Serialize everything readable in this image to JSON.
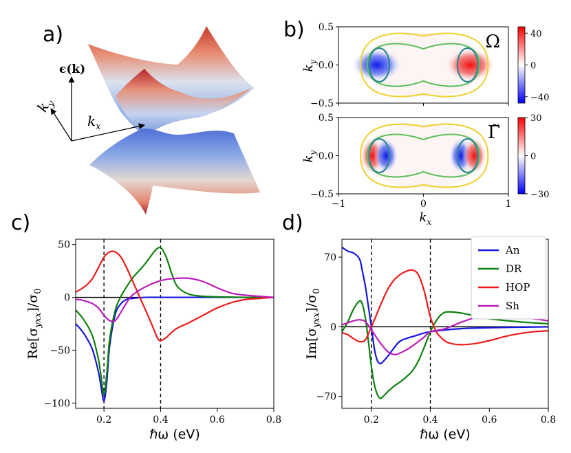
{
  "panel_labels": {
    "a": "a)",
    "b": "b)",
    "c": "c)",
    "d": "d)"
  },
  "panel_a": {
    "energy_axis_label": "ϵ(k)",
    "ky_label": "k",
    "ky_sub": "y",
    "kx_label": "k",
    "kx_sub": "x"
  },
  "colors": {
    "An": "#1515e0",
    "DR": "#0d800d",
    "HOP": "#ee1a1a",
    "Sh": "#bb1bbb",
    "contour_yellow": "#f0d23a",
    "contour_green": "#5cbf5c",
    "contour_teal": "#2b8890",
    "cmap_neg": "#1010e0",
    "cmap_pos": "#e01010"
  },
  "chart_data": [
    {
      "id": "b-top",
      "type": "heatmap",
      "title": "Ω",
      "ylabel": "k",
      "ylabel_sub": "y",
      "xlim": [
        -1,
        1
      ],
      "ylim": [
        -0.5,
        0.5
      ],
      "yticks": [
        "−0.5",
        "0.0",
        "0.5"
      ],
      "colorbar": {
        "range": [
          -48,
          48
        ],
        "ticks": [
          "40",
          "0",
          "−40"
        ],
        "tick_values": [
          40,
          0,
          -40
        ]
      },
      "hotspots": [
        {
          "x": -0.55,
          "y": 0.0,
          "value": -45
        },
        {
          "x": 0.55,
          "y": 0.0,
          "value": 45
        }
      ]
    },
    {
      "id": "b-bottom",
      "type": "heatmap",
      "title": "Γ̃",
      "xlabel": "k",
      "xlabel_sub": "x",
      "ylabel": "k",
      "ylabel_sub": "y",
      "xlim": [
        -1,
        1
      ],
      "ylim": [
        -0.5,
        0.5
      ],
      "xticks": [
        "−1",
        "0",
        "1"
      ],
      "yticks": [
        "−0.5",
        "0.0",
        "0.5"
      ],
      "colorbar": {
        "range": [
          -30,
          30
        ],
        "ticks": [
          "30",
          "0",
          "−30"
        ],
        "tick_values": [
          30,
          0,
          -30
        ]
      },
      "hotspots": [
        {
          "x": -0.6,
          "y": 0.0,
          "value": 30
        },
        {
          "x": -0.44,
          "y": 0.0,
          "value": -30
        },
        {
          "x": 0.44,
          "y": 0.0,
          "value": -30
        },
        {
          "x": 0.6,
          "y": 0.0,
          "value": 30
        }
      ]
    },
    {
      "id": "c",
      "type": "line",
      "ylabel": "Re[σ",
      "ylabel_sub": "yxx",
      "ylabel_tail": "]/σ",
      "ylabel_sub2": "0",
      "xlabel": "ℏω (eV)",
      "xlim": [
        0.1,
        0.8
      ],
      "ylim": [
        -105,
        55
      ],
      "xticks": [
        0.2,
        0.4,
        0.6,
        0.8
      ],
      "xtick_labels": [
        "0.2",
        "0.4",
        "0.6",
        "0.8"
      ],
      "yticks": [
        50,
        0,
        -50,
        -100
      ],
      "ytick_labels": [
        "50",
        "0",
        "−50",
        "−100"
      ],
      "vlines": [
        0.2,
        0.4
      ],
      "series": [
        {
          "name": "An",
          "x": [
            0.1,
            0.12,
            0.14,
            0.16,
            0.18,
            0.19,
            0.2,
            0.21,
            0.22,
            0.24,
            0.26,
            0.28,
            0.3,
            0.35,
            0.4,
            0.5,
            0.6,
            0.8
          ],
          "y": [
            -25,
            -31,
            -39,
            -50,
            -70,
            -85,
            -98,
            -80,
            -46,
            -16,
            -6,
            -2,
            -1,
            0,
            0,
            0,
            0,
            0
          ]
        },
        {
          "name": "DR",
          "x": [
            0.1,
            0.12,
            0.14,
            0.16,
            0.18,
            0.19,
            0.2,
            0.21,
            0.22,
            0.24,
            0.26,
            0.28,
            0.3,
            0.32,
            0.34,
            0.36,
            0.38,
            0.4,
            0.42,
            0.44,
            0.46,
            0.5,
            0.55,
            0.6,
            0.7,
            0.8
          ],
          "y": [
            -12,
            -18,
            -26,
            -37,
            -58,
            -75,
            -92,
            -72,
            -40,
            -12,
            1,
            10,
            18,
            24,
            30,
            37,
            44,
            47,
            38,
            22,
            10,
            3,
            1,
            0.5,
            0,
            0
          ]
        },
        {
          "name": "HOP",
          "x": [
            0.1,
            0.12,
            0.14,
            0.16,
            0.18,
            0.2,
            0.22,
            0.24,
            0.26,
            0.28,
            0.3,
            0.32,
            0.34,
            0.36,
            0.38,
            0.39,
            0.4,
            0.42,
            0.44,
            0.46,
            0.5,
            0.55,
            0.6,
            0.65,
            0.7,
            0.75,
            0.8
          ],
          "y": [
            5,
            8,
            12,
            18,
            28,
            38,
            43,
            43,
            38,
            28,
            16,
            4,
            -8,
            -20,
            -33,
            -39,
            -41,
            -38,
            -33,
            -29,
            -24,
            -17,
            -10,
            -5,
            -2,
            -1,
            0
          ]
        },
        {
          "name": "Sh",
          "x": [
            0.1,
            0.12,
            0.14,
            0.16,
            0.18,
            0.2,
            0.22,
            0.24,
            0.26,
            0.28,
            0.3,
            0.34,
            0.38,
            0.42,
            0.46,
            0.5,
            0.55,
            0.6,
            0.65,
            0.7,
            0.75,
            0.8
          ],
          "y": [
            -2,
            -2.5,
            -4,
            -6,
            -10,
            -17,
            -22,
            -22,
            -14,
            -5,
            2,
            9,
            14,
            17,
            18,
            18,
            15,
            9,
            4,
            2,
            1,
            0
          ]
        }
      ]
    },
    {
      "id": "d",
      "type": "line",
      "ylabel": "Im[σ",
      "ylabel_sub": "yxx",
      "ylabel_tail": "]/σ",
      "ylabel_sub2": "0",
      "xlabel": "ℏω (eV)",
      "xlim": [
        0.1,
        0.8
      ],
      "ylim": [
        -82,
        88
      ],
      "xticks": [
        0.2,
        0.4,
        0.6,
        0.8
      ],
      "xtick_labels": [
        "0.2",
        "0.4",
        "0.6",
        "0.8"
      ],
      "yticks": [
        70,
        0,
        -70
      ],
      "ytick_labels": [
        "70",
        "0",
        "−70"
      ],
      "vlines": [
        0.2,
        0.4
      ],
      "legend": {
        "position": "top-right",
        "entries": [
          "An",
          "DR",
          "HOP",
          "Sh"
        ]
      },
      "series": [
        {
          "name": "An",
          "x": [
            0.1,
            0.12,
            0.14,
            0.16,
            0.17,
            0.18,
            0.19,
            0.2,
            0.21,
            0.22,
            0.23,
            0.24,
            0.26,
            0.28,
            0.3,
            0.35,
            0.4,
            0.5,
            0.6,
            0.8
          ],
          "y": [
            80,
            76,
            74,
            68,
            55,
            40,
            20,
            0,
            -22,
            -34,
            -37,
            -35,
            -28,
            -20,
            -14,
            -9,
            -5,
            -2,
            -1,
            0
          ]
        },
        {
          "name": "DR",
          "x": [
            0.1,
            0.12,
            0.14,
            0.16,
            0.17,
            0.18,
            0.19,
            0.2,
            0.21,
            0.22,
            0.23,
            0.24,
            0.26,
            0.28,
            0.3,
            0.32,
            0.34,
            0.36,
            0.38,
            0.4,
            0.42,
            0.44,
            0.46,
            0.5,
            0.55,
            0.6,
            0.7,
            0.8
          ],
          "y": [
            -5,
            5,
            18,
            26,
            22,
            8,
            -15,
            -40,
            -58,
            -68,
            -72,
            -70,
            -64,
            -59,
            -55,
            -50,
            -44,
            -34,
            -20,
            -5,
            6,
            13,
            15,
            14,
            11,
            8,
            5,
            3
          ]
        },
        {
          "name": "HOP",
          "x": [
            0.1,
            0.12,
            0.14,
            0.16,
            0.18,
            0.2,
            0.22,
            0.24,
            0.26,
            0.28,
            0.3,
            0.32,
            0.34,
            0.36,
            0.38,
            0.4,
            0.42,
            0.44,
            0.46,
            0.5,
            0.55,
            0.6,
            0.65,
            0.7,
            0.75,
            0.8
          ],
          "y": [
            -6,
            -8,
            -12,
            -15,
            -13,
            0,
            14,
            28,
            40,
            48,
            53,
            56,
            57,
            52,
            35,
            10,
            -5,
            -12,
            -16,
            -18,
            -17,
            -14,
            -10,
            -7,
            -5,
            -4
          ]
        },
        {
          "name": "Sh",
          "x": [
            0.1,
            0.12,
            0.14,
            0.16,
            0.18,
            0.2,
            0.22,
            0.24,
            0.26,
            0.28,
            0.3,
            0.32,
            0.35,
            0.38,
            0.4,
            0.45,
            0.5,
            0.55,
            0.6,
            0.65,
            0.7,
            0.75,
            0.8
          ],
          "y": [
            2,
            4,
            6,
            7,
            5,
            -3,
            -12,
            -20,
            -26,
            -28,
            -26,
            -23,
            -17,
            -10,
            -5,
            -2,
            4,
            9,
            11,
            11,
            10,
            8,
            6
          ]
        }
      ]
    }
  ]
}
